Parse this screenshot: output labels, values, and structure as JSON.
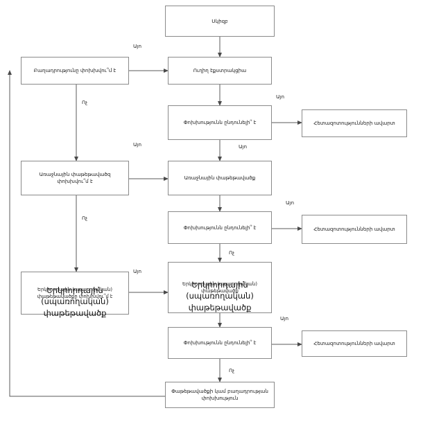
{
  "diagram": {
    "title": "",
    "language": "hy",
    "colors": {
      "box_border": "#8a8a8a",
      "line": "#555555",
      "text": "#1a1a1a",
      "background": "#ffffff"
    },
    "labels": {
      "yes": "Այո",
      "no": "Ոչ"
    },
    "nodes": {
      "start": "Սկիզբ",
      "direct_extraction": "Ուղիղ էքստրակցիա",
      "composition_changed": "Բաղադրությունը փոխխվու՞մ է",
      "change_acceptable_1": "Փոխխությունն ընդունելի՞ է",
      "research_end_1": "Հետազոտությունների ավարտ",
      "primary_pack_changed": "Առաջնային փաթեթավածզ փոխխվու՞մ է",
      "primary_pack": "Առաջնային փաթեթավածք",
      "change_acceptable_2": "Փոխխությունն ընդունելի՞ է",
      "research_end_2": "Հետազոտությունների ավարտ",
      "secondary_pack_changed_small": "Երկրորդային (սպառողական) փաթեթավածքը փոխխվու՞մ է",
      "secondary_pack_changed_big": "Երկրորդային (սպառողական) փաթեթավածք",
      "secondary_pack_small": "Երկրորդային (սպառողական) փաթեթավածք",
      "secondary_pack_big": "Երկրորդային (սպառողական) փաթեթավածք",
      "change_acceptable_3": "Փոխխությունն ընդունելի՞ է",
      "research_end_3": "Հետազոտությունների ավարտ",
      "final": "Փաթեթավածքի կամ բաղադրության փոխխություն"
    },
    "edge_labels": {
      "yes_1": "Այո",
      "no_1": "Ոչ",
      "yes_2": "Այո",
      "yes_3": "Այո",
      "no_2": "Ոչ",
      "yes_4": "Այո",
      "no_3": "Ոչ",
      "yes_5": "Այո",
      "yes_6": "Այո",
      "no_4": "Ոչ"
    }
  }
}
